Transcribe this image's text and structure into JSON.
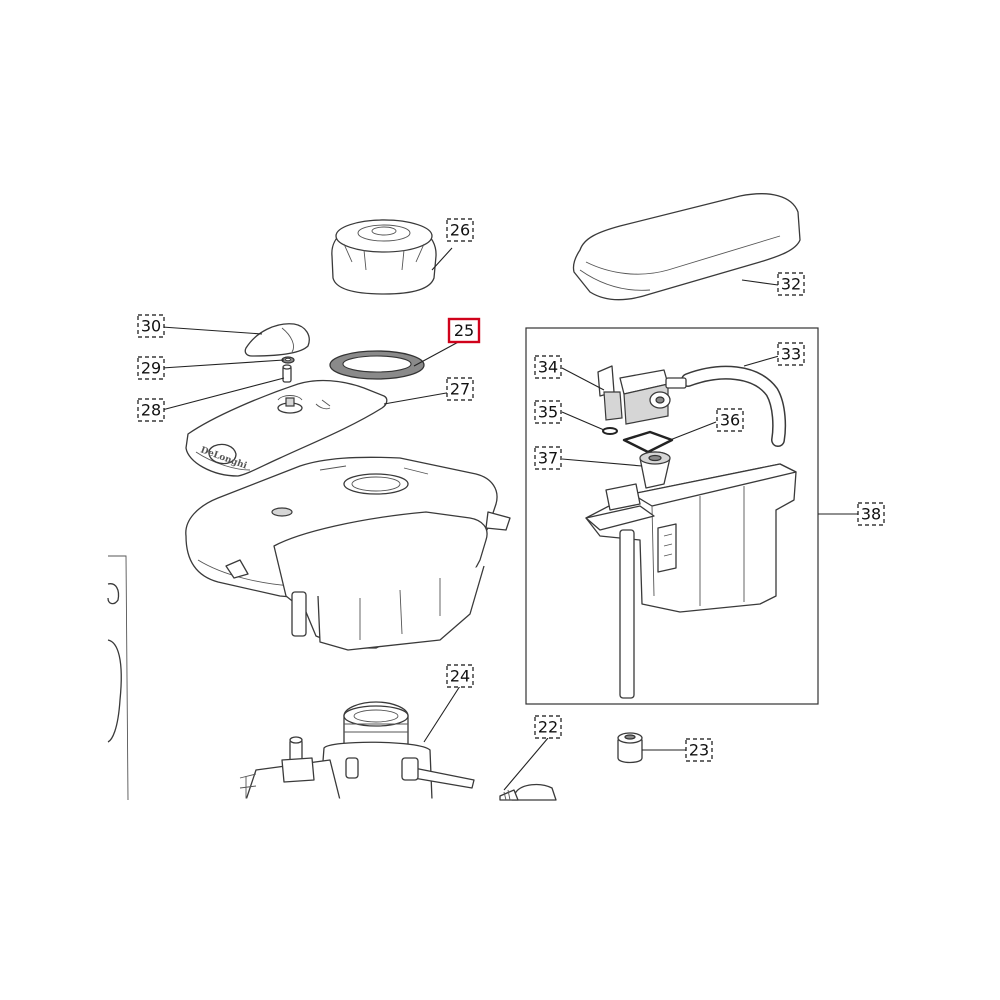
{
  "diagram": {
    "callouts": [
      {
        "id": "c22",
        "label": "22",
        "highlight": false
      },
      {
        "id": "c23",
        "label": "23",
        "highlight": false
      },
      {
        "id": "c24",
        "label": "24",
        "highlight": false
      },
      {
        "id": "c25",
        "label": "25",
        "highlight": true
      },
      {
        "id": "c26",
        "label": "26",
        "highlight": false
      },
      {
        "id": "c27",
        "label": "27",
        "highlight": false
      },
      {
        "id": "c28",
        "label": "28",
        "highlight": false
      },
      {
        "id": "c29",
        "label": "29",
        "highlight": false
      },
      {
        "id": "c30",
        "label": "30",
        "highlight": false
      },
      {
        "id": "c32",
        "label": "32",
        "highlight": false
      },
      {
        "id": "c33",
        "label": "33",
        "highlight": false
      },
      {
        "id": "c34",
        "label": "34",
        "highlight": false
      },
      {
        "id": "c35",
        "label": "35",
        "highlight": false
      },
      {
        "id": "c36",
        "label": "36",
        "highlight": false
      },
      {
        "id": "c37",
        "label": "37",
        "highlight": false
      },
      {
        "id": "c38",
        "label": "38",
        "highlight": false
      }
    ],
    "logo_text": "DeLonghi",
    "highlight_color": "#d0021b"
  }
}
